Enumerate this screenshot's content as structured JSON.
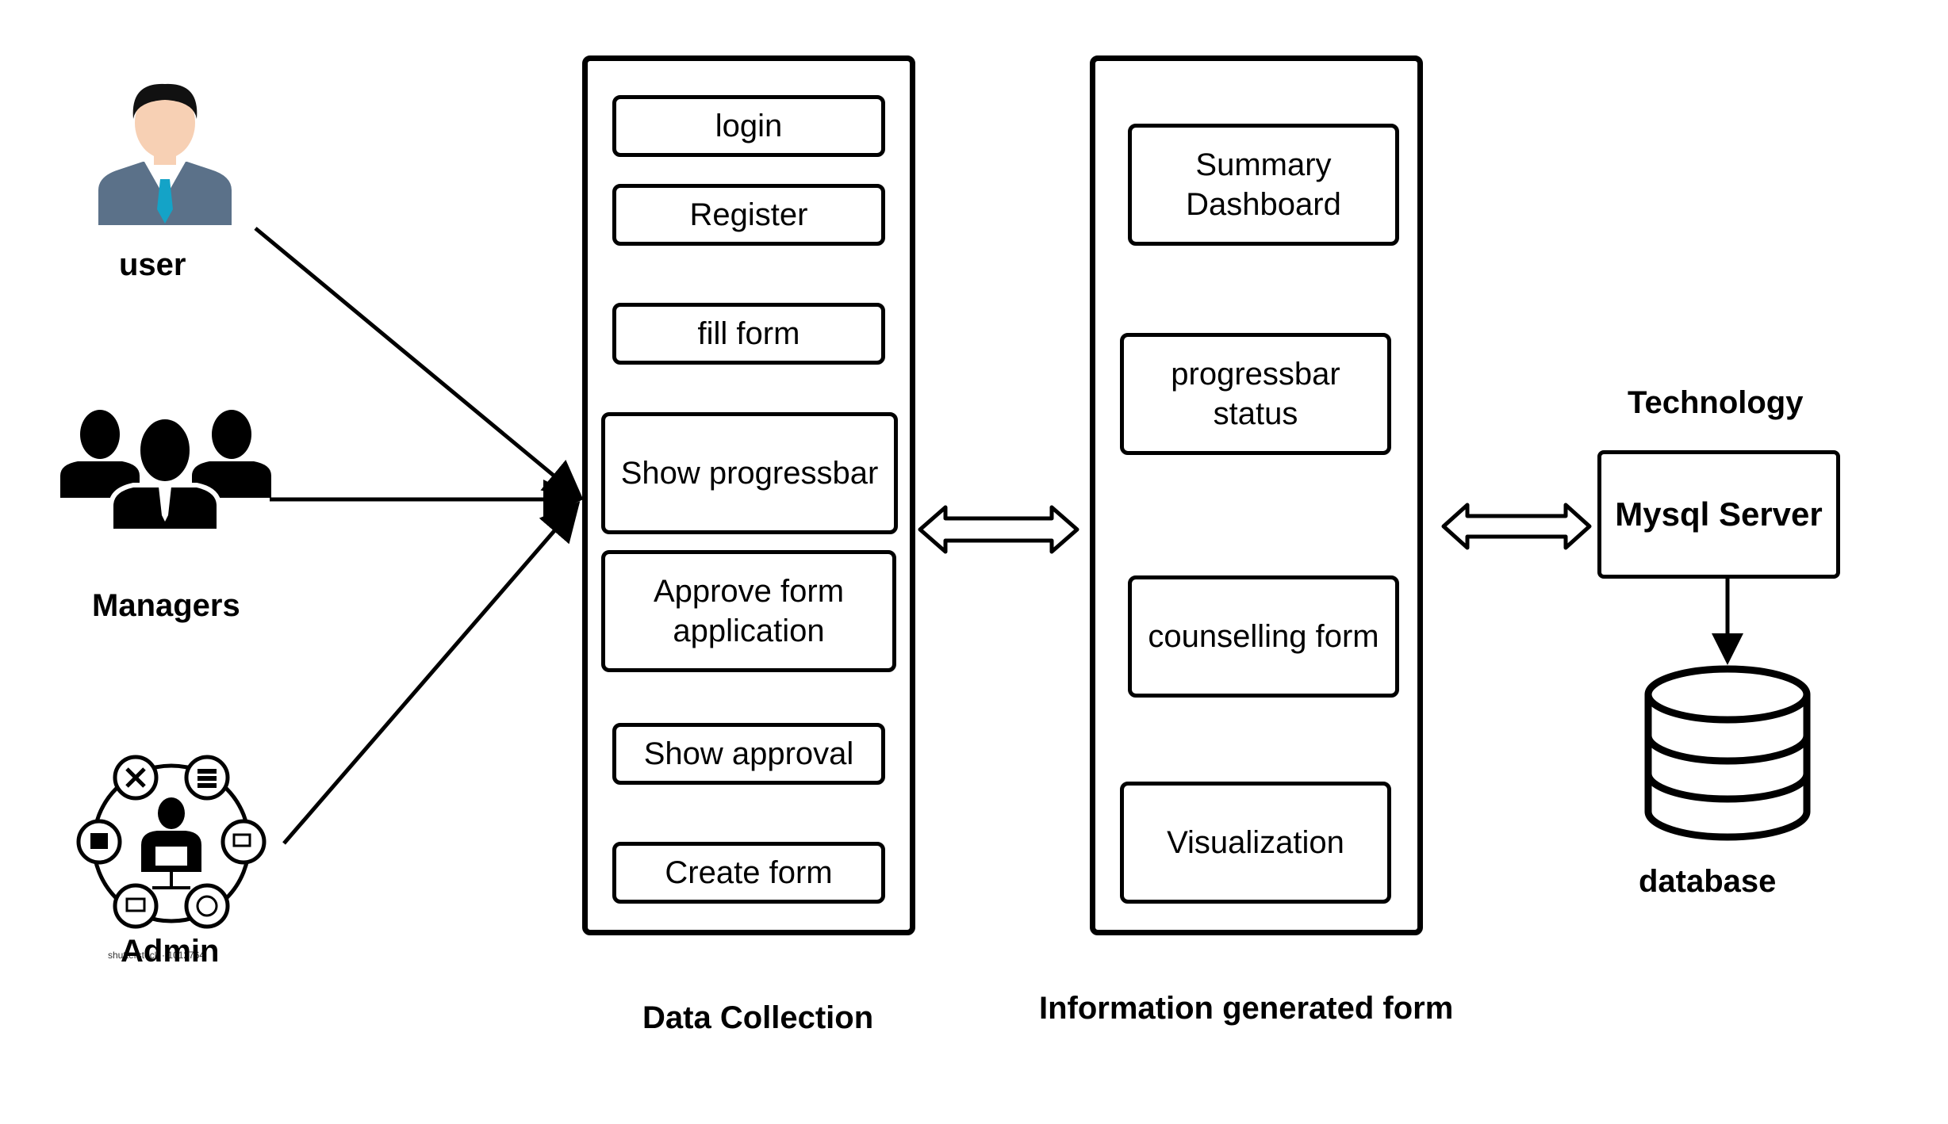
{
  "actors": {
    "user": "user",
    "managers": "Managers",
    "admin": "Admin",
    "admin_watermark": "shutterstock · 1012764"
  },
  "data_collection": {
    "title": "Data Collection",
    "items": [
      "login",
      "Register",
      "fill form",
      "Show progressbar",
      "Approve form application",
      "Show approval",
      "Create form"
    ]
  },
  "information_generated": {
    "title": "Information generated form",
    "items": [
      "Summary Dashboard",
      "progressbar status",
      "counselling form",
      "Visualization"
    ]
  },
  "technology": {
    "title": "Technology",
    "server": "Mysql Server",
    "database": "database"
  },
  "colors": {
    "line": "#000000",
    "person_suit": "#5b7189",
    "person_skin": "#f7d0b4",
    "person_tie": "#14a3c7"
  }
}
